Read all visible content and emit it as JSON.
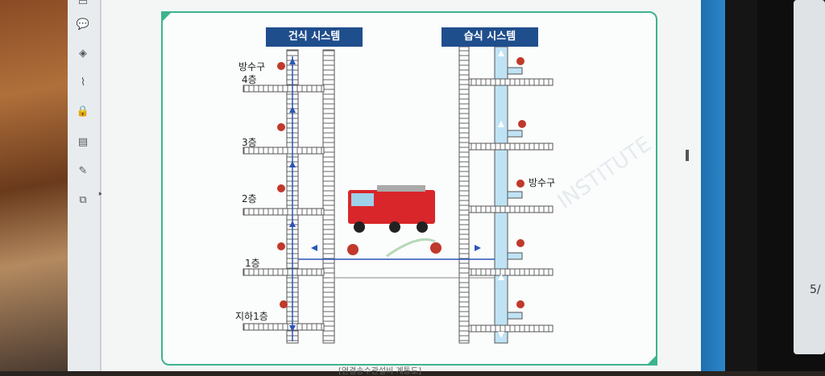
{
  "diagram": {
    "dry_system_title": "건식 시스템",
    "wet_system_title": "습식 시스템",
    "floor_labels": {
      "floor4_outlet": "방수구",
      "floor4": "4층",
      "floor3": "3층",
      "floor2": "2층",
      "floor1": "1층",
      "basement1": "지하1층"
    },
    "wet_outlet_label": "방수구",
    "caption": "[연결송수관설비 계통도]"
  },
  "side_screen": {
    "page_number": "5/"
  },
  "icons": [
    "comment-icon",
    "layers-icon",
    "paperclip-icon",
    "lock-icon",
    "document-icon",
    "edit-icon",
    "copy-icon"
  ],
  "colors": {
    "frame": "#3db38f",
    "title_bg": "#1f4e8c",
    "wet_pipe": "#bfe3f5",
    "arrow": "#2a55b8",
    "truck_red": "#d8262a"
  }
}
